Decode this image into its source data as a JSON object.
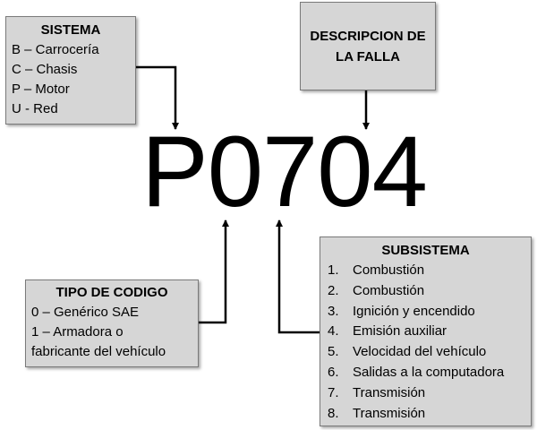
{
  "sistema": {
    "title": "SISTEMA",
    "items": [
      "B – Carrocería",
      "C – Chasis",
      "P – Motor",
      "U - Red"
    ]
  },
  "descripcion": {
    "title_line1": "DESCRIPCION DE",
    "title_line2": "LA  FALLA"
  },
  "code": "P0704",
  "tipo": {
    "title": "TIPO DE CODIGO",
    "items": [
      "0 – Genérico SAE",
      "1 – Armadora o",
      "fabricante del vehículo"
    ]
  },
  "subsistema": {
    "title": "SUBSISTEMA",
    "items": [
      {
        "num": "1.",
        "label": "Combustión"
      },
      {
        "num": "2.",
        "label": "Combustión"
      },
      {
        "num": "3.",
        "label": "Ignición y encendido"
      },
      {
        "num": "4.",
        "label": "Emisión auxiliar"
      },
      {
        "num": "5.",
        "label": "Velocidad del vehículo"
      },
      {
        "num": "6.",
        "label": "Salidas a la computadora"
      },
      {
        "num": "7.",
        "label": "Transmisión"
      },
      {
        "num": "8.",
        "label": "Transmisión"
      }
    ]
  },
  "colors": {
    "box_fill": "#d6d6d6",
    "box_border": "#7a7a7a",
    "arrow": "#000000"
  }
}
